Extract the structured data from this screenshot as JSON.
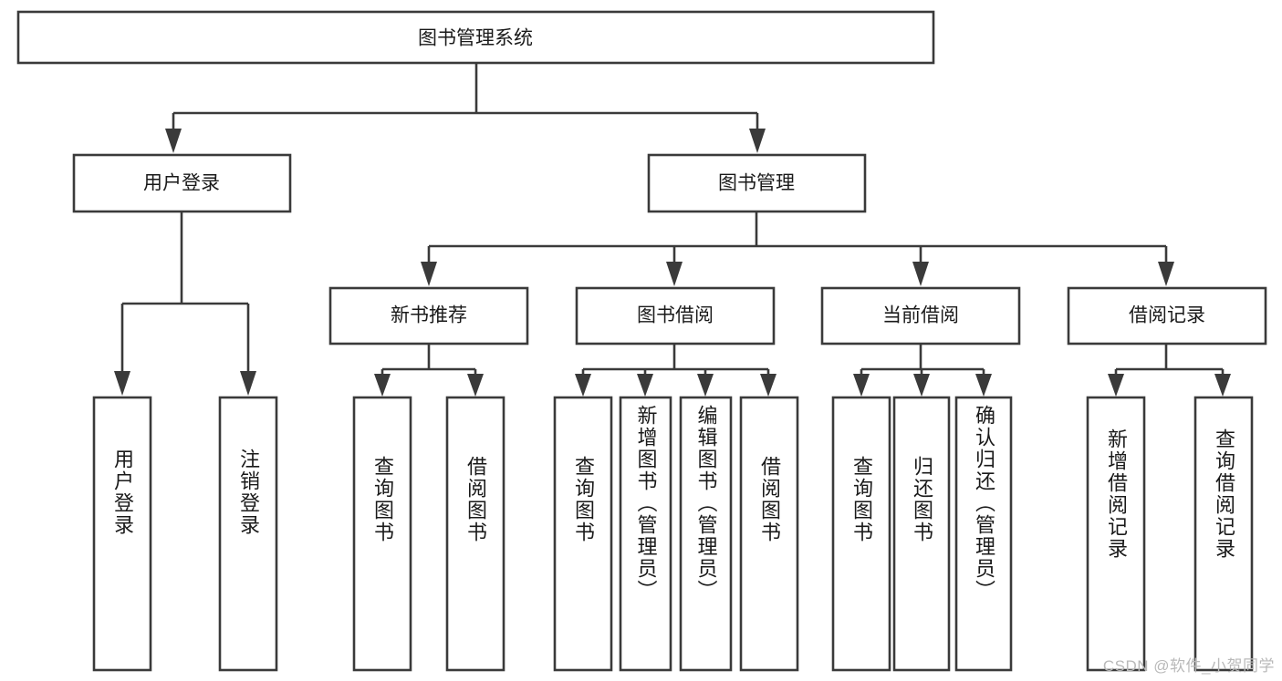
{
  "diagram": {
    "type": "tree-hierarchy",
    "title": "图书管理系统",
    "root": {
      "id": "root",
      "label": "图书管理系统",
      "orientation": "horizontal"
    },
    "level2": [
      {
        "id": "user-login",
        "label": "用户登录",
        "orientation": "horizontal"
      },
      {
        "id": "book-management",
        "label": "图书管理",
        "orientation": "horizontal"
      }
    ],
    "level3": [
      {
        "id": "new-book-recommend",
        "label": "新书推荐",
        "orientation": "horizontal",
        "parent": "book-management"
      },
      {
        "id": "book-borrow",
        "label": "图书借阅",
        "orientation": "horizontal",
        "parent": "book-management"
      },
      {
        "id": "current-borrow",
        "label": "当前借阅",
        "orientation": "horizontal",
        "parent": "book-management"
      },
      {
        "id": "borrow-record",
        "label": "借阅记录",
        "orientation": "horizontal",
        "parent": "book-management"
      }
    ],
    "leaves": [
      {
        "id": "leaf-user-login",
        "label": "用户登录",
        "orientation": "vertical",
        "parent": "user-login"
      },
      {
        "id": "leaf-logout-login",
        "label": "注销登录",
        "orientation": "vertical",
        "parent": "user-login"
      },
      {
        "id": "leaf-query-book-1",
        "label": "查询图书",
        "orientation": "vertical",
        "parent": "new-book-recommend"
      },
      {
        "id": "leaf-borrow-book-1",
        "label": "借阅图书",
        "orientation": "vertical",
        "parent": "new-book-recommend"
      },
      {
        "id": "leaf-query-book-2",
        "label": "查询图书",
        "orientation": "vertical",
        "parent": "book-borrow"
      },
      {
        "id": "leaf-add-book-admin",
        "label": "新增图书（管理员）",
        "orientation": "vertical",
        "parent": "book-borrow"
      },
      {
        "id": "leaf-edit-book-admin",
        "label": "编辑图书（管理员）",
        "orientation": "vertical",
        "parent": "book-borrow"
      },
      {
        "id": "leaf-borrow-book-2",
        "label": "借阅图书",
        "orientation": "vertical",
        "parent": "book-borrow"
      },
      {
        "id": "leaf-query-book-3",
        "label": "查询图书",
        "orientation": "vertical",
        "parent": "current-borrow"
      },
      {
        "id": "leaf-return-book",
        "label": "归还图书",
        "orientation": "vertical",
        "parent": "current-borrow"
      },
      {
        "id": "leaf-confirm-return-admin",
        "label": "确认归还（管理员）",
        "orientation": "vertical",
        "parent": "current-borrow"
      },
      {
        "id": "leaf-add-borrow-record",
        "label": "新增借阅记录",
        "orientation": "vertical",
        "parent": "borrow-record"
      },
      {
        "id": "leaf-query-borrow-record",
        "label": "查询借阅记录",
        "orientation": "vertical",
        "parent": "borrow-record"
      }
    ]
  },
  "watermark": {
    "text": "CSDN @软件_小贺同学"
  },
  "colors": {
    "stroke": "#3a3a3a",
    "fill": "#ffffff",
    "text": "#1a1a1a",
    "watermark": "#b9b9b9"
  }
}
